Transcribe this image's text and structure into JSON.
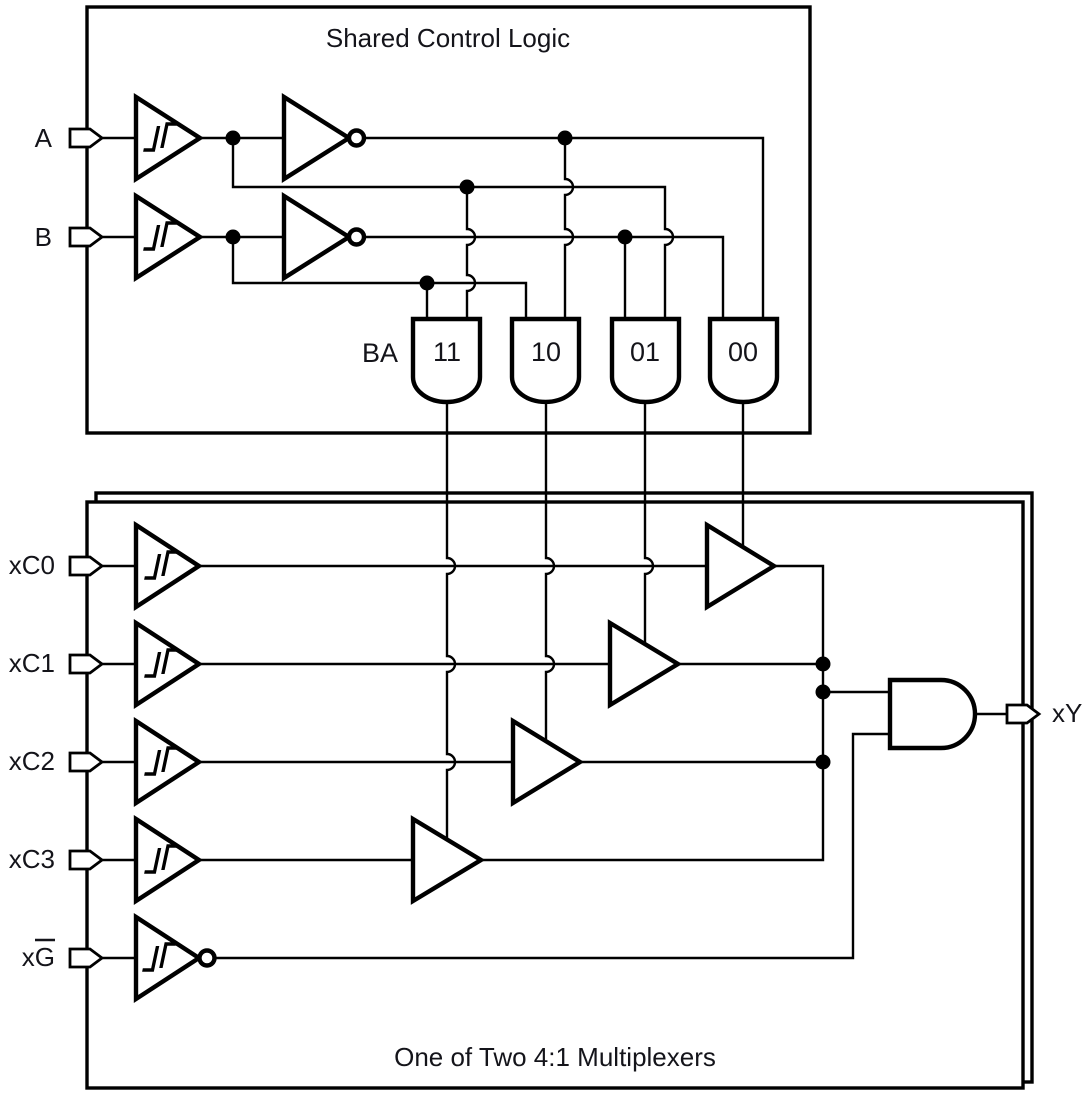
{
  "colors": {
    "ink": "#000000",
    "text": "#14141a",
    "background": "#ffffff"
  },
  "top_block": {
    "title": "Shared Control Logic",
    "input_a": {
      "label": "A"
    },
    "input_b": {
      "label": "B"
    },
    "decoder_row_label": "BA",
    "gates": [
      {
        "label": "11"
      },
      {
        "label": "10"
      },
      {
        "label": "01"
      },
      {
        "label": "00"
      }
    ]
  },
  "mux_block": {
    "caption": "One of Two 4:1 Multiplexers",
    "data_inputs": [
      {
        "label": "xC0"
      },
      {
        "label": "xC1"
      },
      {
        "label": "xC2"
      },
      {
        "label": "xC3"
      }
    ],
    "enable_input": {
      "label": "xG",
      "overlined_letter": "G"
    },
    "output": {
      "label": "xY"
    }
  }
}
